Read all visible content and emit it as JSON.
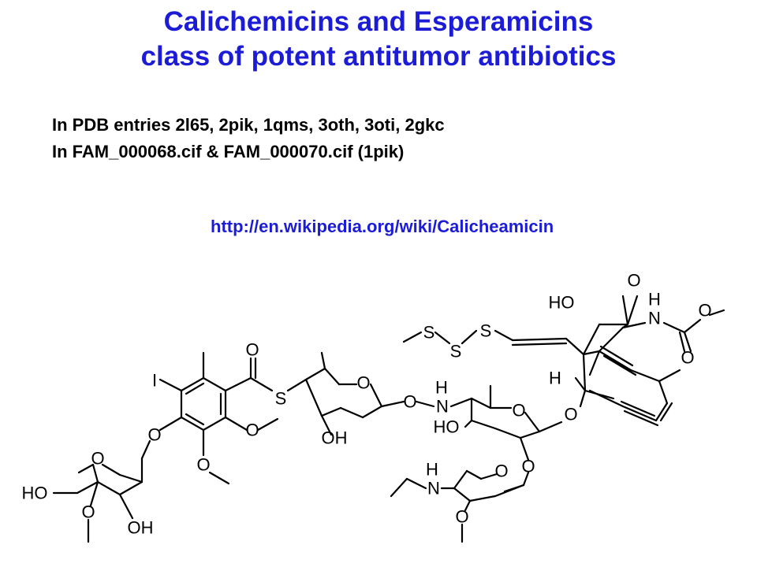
{
  "title": {
    "line1": "Calichemicins and Esperamicins",
    "line2": "class of potent antitumor antibiotics"
  },
  "pdb_info": {
    "line1": "In PDB entries 2l65, 2pik, 1qms, 3oth, 3oti, 2gkc",
    "line2": "In FAM_000068.cif & FAM_000070.cif (1pik)"
  },
  "link": {
    "url": "http://en.wikipedia.org/wiki/Calicheamicin"
  },
  "structure_labels": {
    "iodine": "I",
    "carbonyl_o": "O",
    "thioester_s": "S",
    "ring_o_1": "O",
    "oh_1": "OH",
    "link_o_1": "O",
    "n_h": "H",
    "n_1": "N",
    "ring_o_2": "O",
    "ho_1": "HO",
    "glyco_o_2": "O",
    "ring_o_3": "O",
    "n_h_2": "H",
    "n_2": "N",
    "ome_o_3": "O",
    "aryl_ome_1": "O",
    "aryl_ome_2": "O",
    "aryl_link_o": "O",
    "ring_o_4": "O",
    "ho_2": "HO",
    "ome_o_4": "O",
    "oh_4": "OH",
    "s_1": "S",
    "s_2": "S",
    "s_3": "S",
    "ketone_o": "O",
    "ho_3": "HO",
    "nh_h": "H",
    "nh_n": "N",
    "carbamate_o1": "O",
    "carbamate_o2": "O",
    "h_stereo": "H",
    "ether_o": "O"
  }
}
